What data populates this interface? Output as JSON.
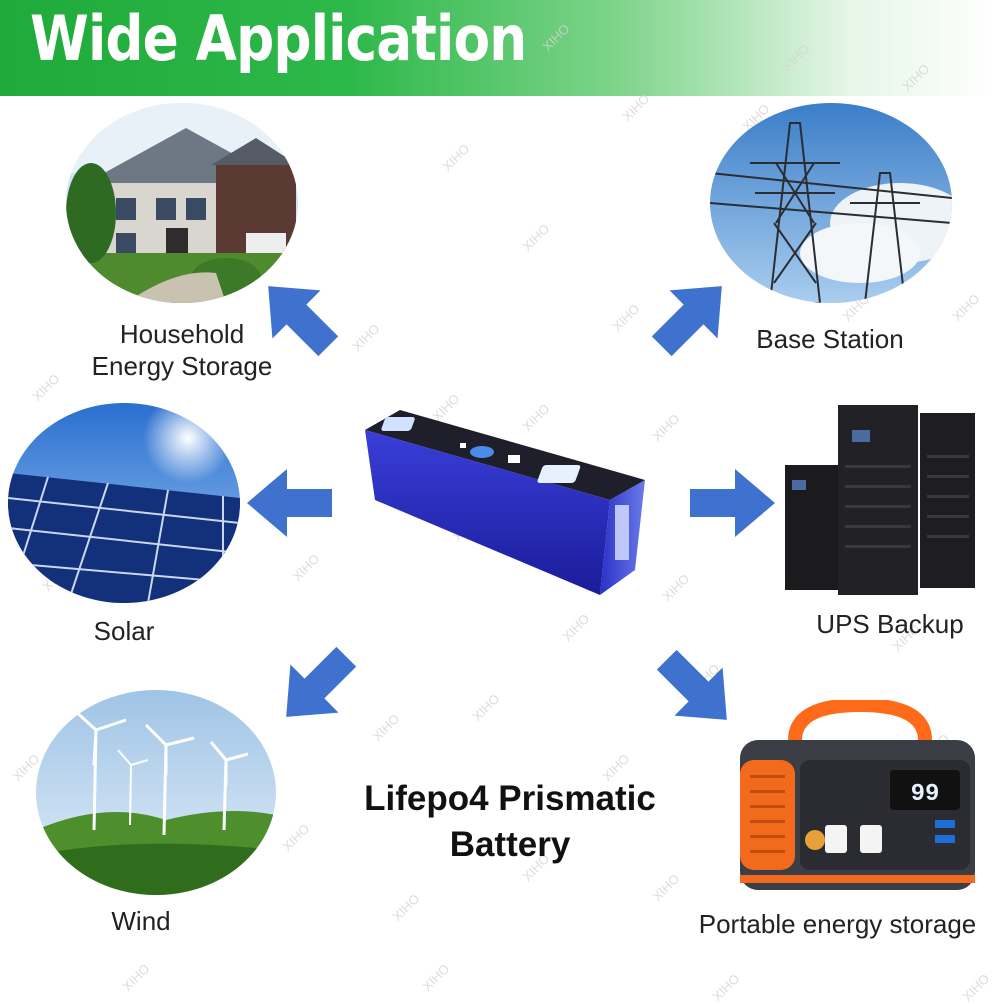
{
  "banner": {
    "title": "Wide Application"
  },
  "watermark": "XIHO",
  "applications": {
    "household": {
      "line1": "Household",
      "line2": "Energy Storage"
    },
    "base_station": {
      "label": "Base Station"
    },
    "solar": {
      "label": "Solar"
    },
    "ups": {
      "label": "UPS Backup"
    },
    "wind": {
      "label": "Wind"
    },
    "portable": {
      "label": "Portable energy storage",
      "display": "99"
    }
  },
  "product": {
    "line1": "Lifepo4 Prismatic",
    "line2": "Battery"
  },
  "colors": {
    "banner_green": "#1faa39",
    "arrow_blue": "#3f72cf",
    "battery_blue": "#2b2fc4",
    "accent_orange": "#f26a1b"
  }
}
